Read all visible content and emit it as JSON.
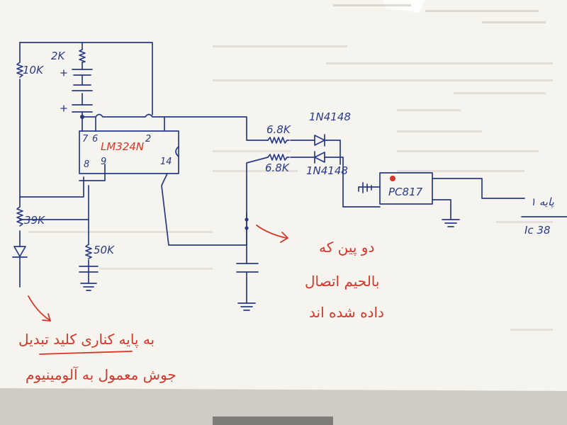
{
  "components": {
    "resistor_r1": "2K",
    "resistor_r2": "10K",
    "resistor_r3": "39K",
    "resistor_r4": "50K",
    "resistor_r5": "6.8K",
    "resistor_r6": "6.8K",
    "diode_d1": "1N4148",
    "diode_d2": "1N4148",
    "opamp": "LM324N",
    "optocoupler": "PC817"
  },
  "pins": {
    "p7": "7",
    "p6": "6",
    "p2": "2",
    "p8": "8",
    "p9": "9",
    "p14": "14"
  },
  "notes": {
    "pin_line1": "پایه ۱",
    "pin_line2": "Ic 38",
    "sensor_line1": "دو پین که",
    "sensor_line2": "بالحیم اتصال",
    "sensor_line3": "داده شده اند",
    "switch_line1": "به پایه کناری کلید تبدیل",
    "switch_line2": "جوش معمول به آلومینیوم"
  },
  "colors": {
    "ink": "#283a86",
    "red_ink": "#d4372a",
    "paper": "#f6f4ee"
  }
}
